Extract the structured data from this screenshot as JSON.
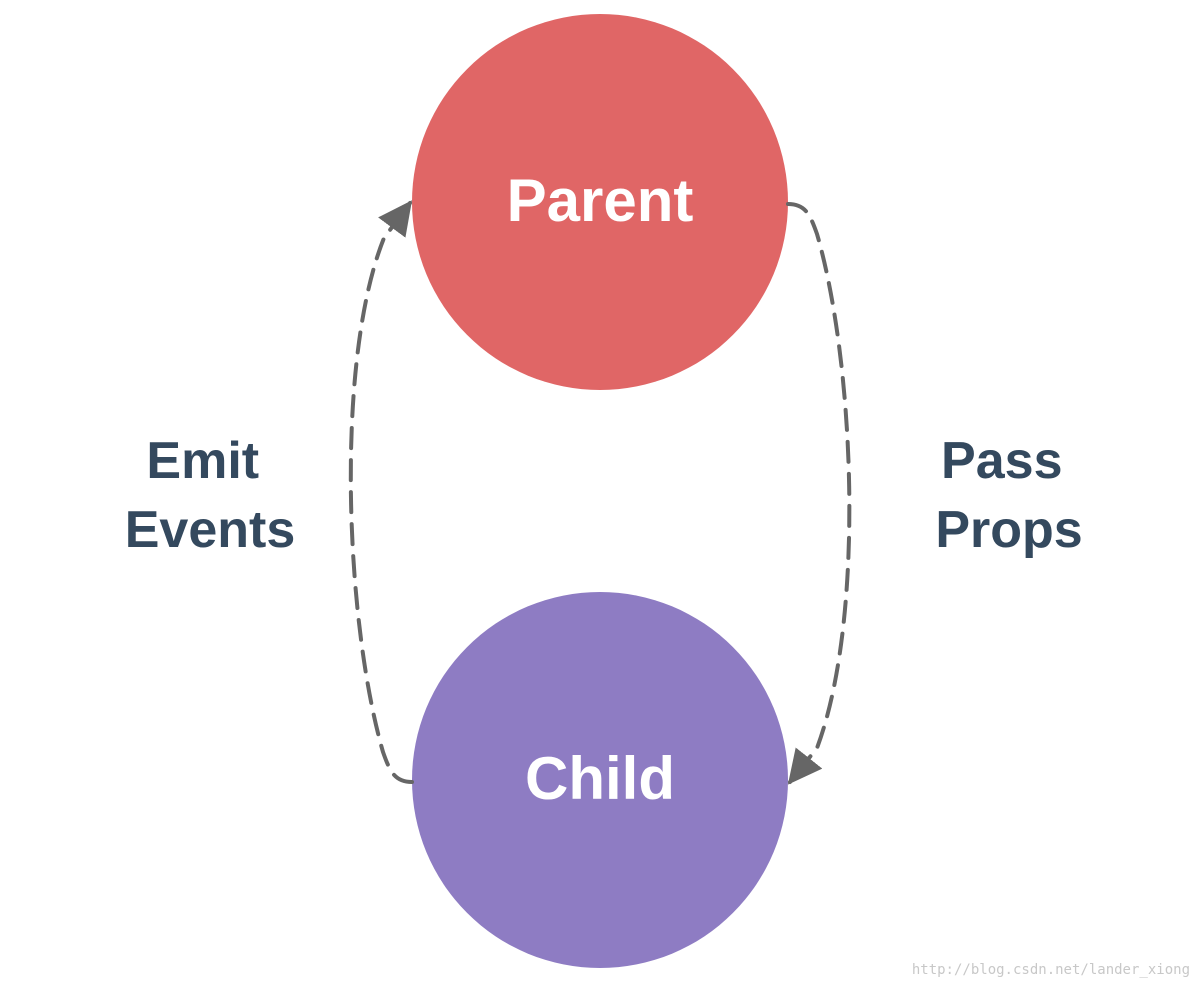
{
  "diagram": {
    "nodes": {
      "parent": {
        "label": "Parent",
        "color": "#e06666"
      },
      "child": {
        "label": "Child",
        "color": "#8e7cc3"
      }
    },
    "edges": {
      "emit_events": {
        "line1": "Emit",
        "line2": "Events",
        "from": "Child",
        "to": "Parent"
      },
      "pass_props": {
        "line1": "Pass",
        "line2": "Props",
        "from": "Parent",
        "to": "Child"
      }
    },
    "colors": {
      "label_text": "#34495e",
      "arrow": "#666666"
    }
  },
  "watermark": "http://blog.csdn.net/lander_xiong"
}
